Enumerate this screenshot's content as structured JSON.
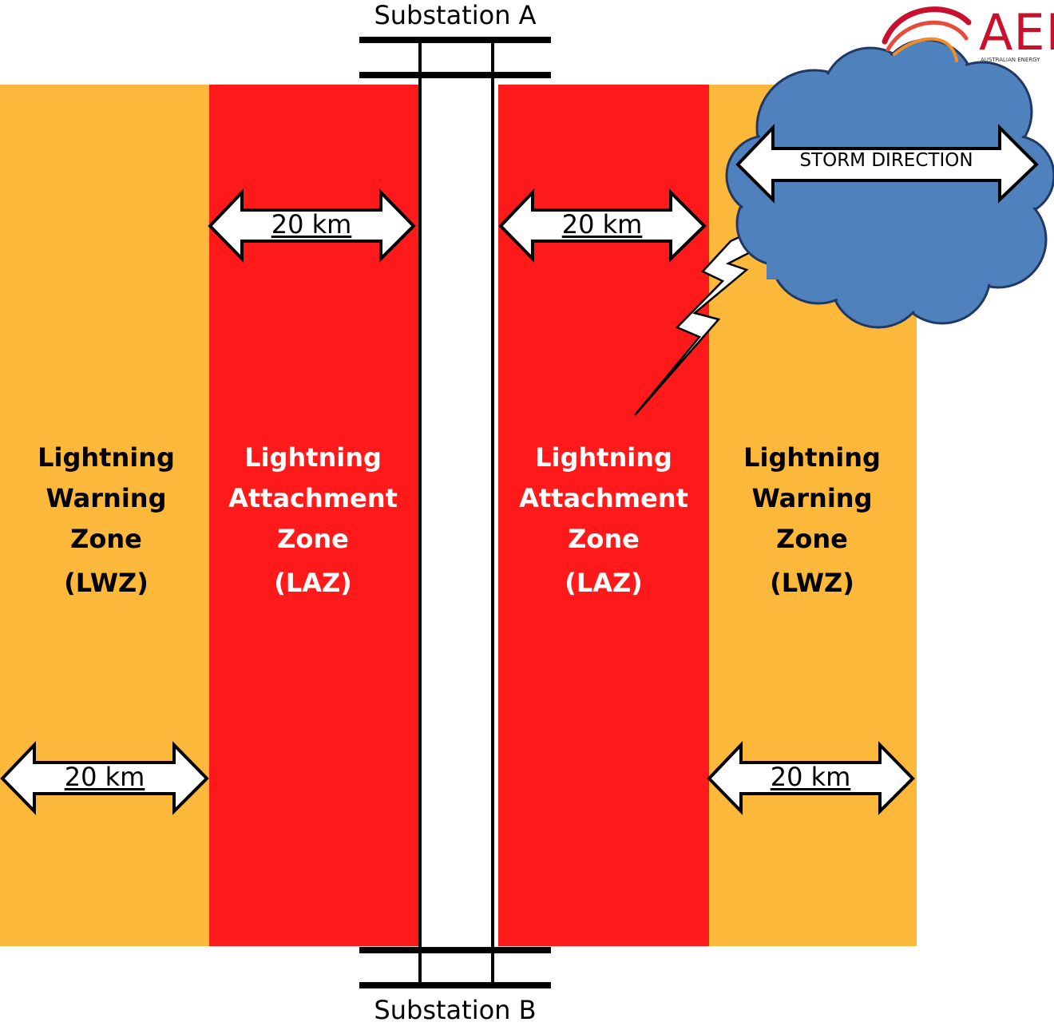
{
  "substations": {
    "top": "Substation A",
    "bottom": "Substation B"
  },
  "zones": {
    "lwz_left": {
      "lines": [
        "Lightning",
        "Warning",
        "Zone"
      ],
      "abbr": "(LWZ)"
    },
    "laz_left": {
      "lines": [
        "Lightning",
        "Attachment",
        "Zone"
      ],
      "abbr": "(LAZ)"
    },
    "laz_right": {
      "lines": [
        "Lightning",
        "Attachment",
        "Zone"
      ],
      "abbr": "(LAZ)"
    },
    "lwz_right": {
      "lines": [
        "Lightning",
        "Warning",
        "Zone"
      ],
      "abbr": "(LWZ)"
    }
  },
  "distances": {
    "laz_left": "20 km",
    "laz_right": "20 km",
    "lwz_left": "20 km",
    "lwz_right": "20 km"
  },
  "storm": {
    "label": "STORM DIRECTION"
  },
  "logo": {
    "text": "AEM",
    "subtext": "AUSTRALIAN ENERGY"
  },
  "colors": {
    "warning_zone": "#FBB83A",
    "attachment_zone": "#FE1A1A",
    "cloud": "#4F81BD",
    "logo": "#C8102E"
  }
}
